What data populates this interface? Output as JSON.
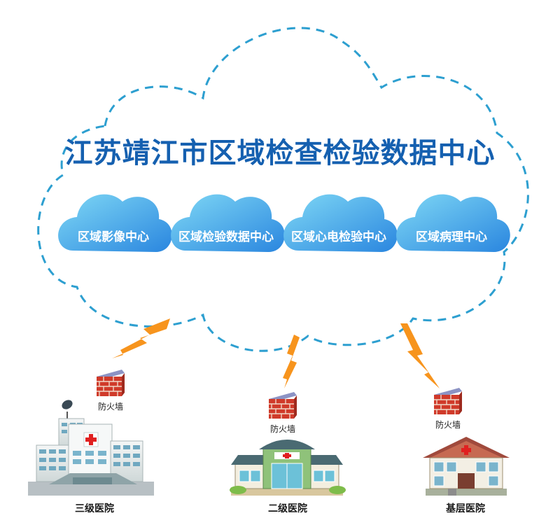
{
  "title": "江苏靖江市区域检查检验数据中心",
  "centers": [
    {
      "label": "区域影像中心"
    },
    {
      "label": "区域检验数据中心"
    },
    {
      "label": "区域心电检验中心"
    },
    {
      "label": "区域病理中心"
    }
  ],
  "firewall_label": "防火墙",
  "hospitals": [
    {
      "label": "三级医院"
    },
    {
      "label": "二级医院"
    },
    {
      "label": "基层医院"
    }
  ],
  "colors": {
    "title": "#1560b0",
    "cloud_dash": "#2d9fd0",
    "subcloud_light": "#6ccdf0",
    "subcloud_dark": "#2d8fe0",
    "lightning": "#f7941d",
    "brick": "#d03a2a"
  }
}
